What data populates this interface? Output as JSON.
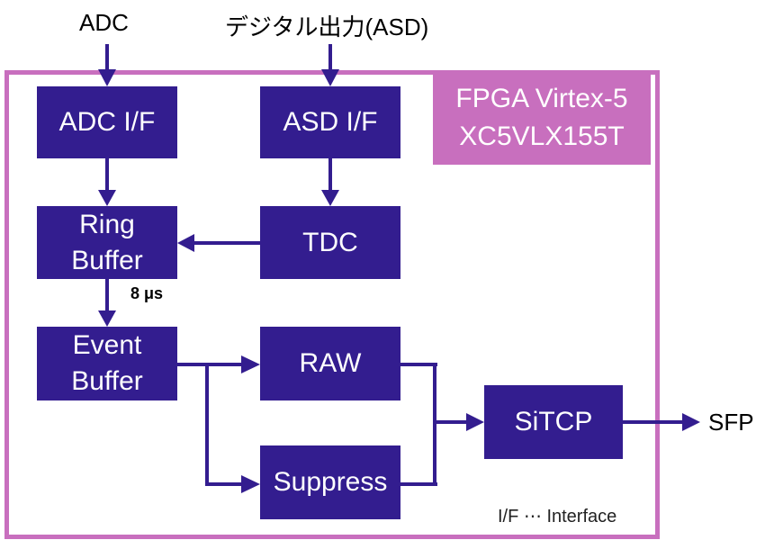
{
  "diagram": {
    "title": "FPGA readout block diagram",
    "colors": {
      "block_fill": "#331d8f",
      "block_text": "#ffffff",
      "fpga_frame": "#c86fbe",
      "wire": "#331d8f",
      "label_text": "#000000"
    },
    "inputs": {
      "adc": "ADC",
      "asd": "デジタル出力(ASD)"
    },
    "output": {
      "sfp": "SFP"
    },
    "fpga": {
      "line1": "FPGA Virtex-5",
      "line2": "XC5VLX155T"
    },
    "blocks": {
      "adc_if": [
        "ADC I/F"
      ],
      "asd_if": [
        "ASD I/F"
      ],
      "ring_buffer": [
        "Ring",
        "Buffer"
      ],
      "tdc": [
        "TDC"
      ],
      "event_buffer": [
        "Event",
        "Buffer"
      ],
      "raw": [
        "RAW"
      ],
      "suppress": [
        "Suppress"
      ],
      "sitcp": [
        "SiTCP"
      ]
    },
    "annotations": {
      "ring_latency": "8 μs",
      "legend": "I/F ⋯ Interface"
    },
    "connections": [
      {
        "from": "ADC",
        "to": "ADC I/F"
      },
      {
        "from": "デジタル出力(ASD)",
        "to": "ASD I/F"
      },
      {
        "from": "ADC I/F",
        "to": "Ring Buffer"
      },
      {
        "from": "ASD I/F",
        "to": "TDC"
      },
      {
        "from": "TDC",
        "to": "Ring Buffer"
      },
      {
        "from": "Ring Buffer",
        "to": "Event Buffer",
        "label": "8 μs"
      },
      {
        "from": "Event Buffer",
        "to": "RAW"
      },
      {
        "from": "Event Buffer",
        "to": "Suppress"
      },
      {
        "from": "RAW",
        "to": "SiTCP"
      },
      {
        "from": "Suppress",
        "to": "SiTCP"
      },
      {
        "from": "SiTCP",
        "to": "SFP"
      }
    ]
  }
}
